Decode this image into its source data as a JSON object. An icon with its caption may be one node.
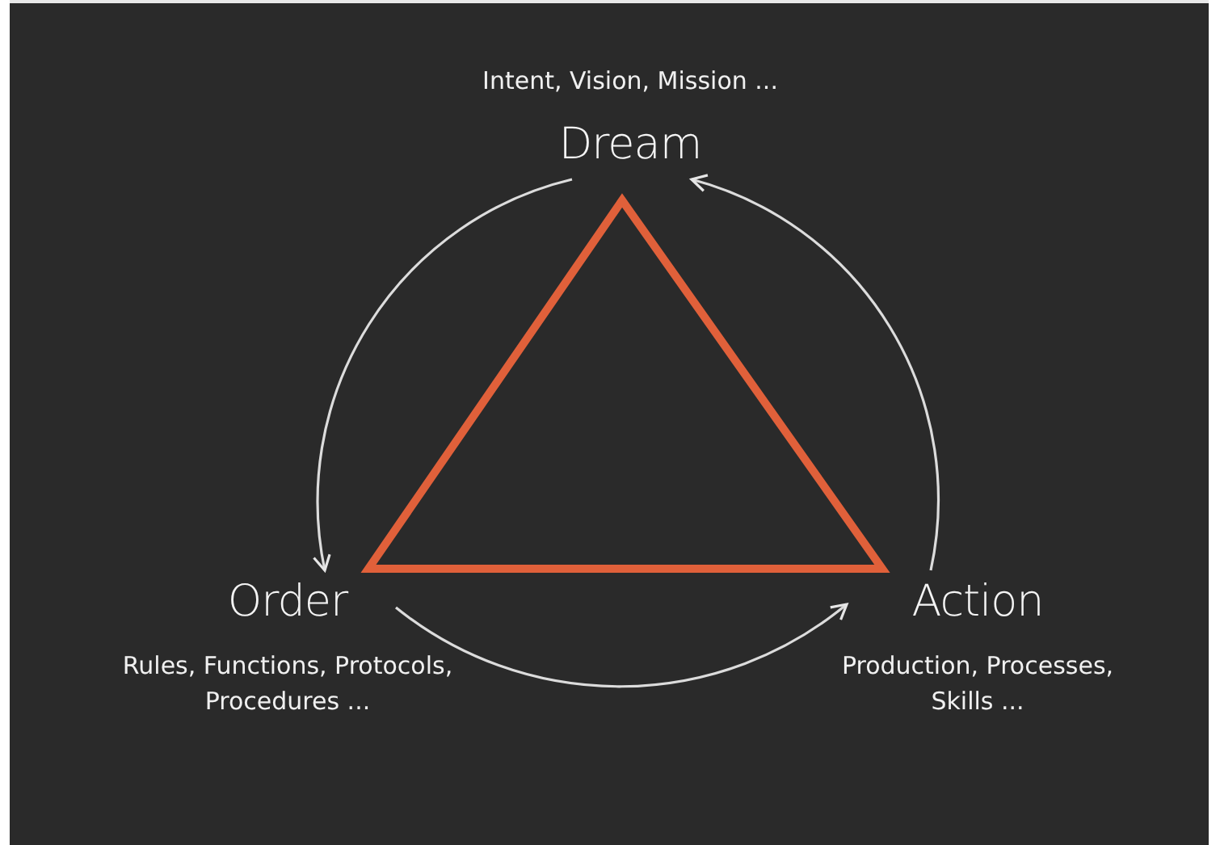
{
  "diagram": {
    "nodes": [
      {
        "text": [
          "Dream"
        ],
        "beside": [
          "Intent, Vision, Mission ..."
        ]
      },
      {
        "text": [
          "Action"
        ],
        "beside": [
          "Production, Processes, Skills ..."
        ]
      },
      {
        "text": [
          "Order"
        ],
        "beside": [
          "Rules, Functions, Protocols, Procedures ..."
        ]
      }
    ],
    "edges": [
      {
        "from": 1,
        "to": 0,
        "arrow": "to"
      },
      {
        "from": 0,
        "to": 2,
        "arrow": "to"
      },
      {
        "from": 2,
        "to": 1,
        "arrow": "to"
      }
    ]
  }
}
